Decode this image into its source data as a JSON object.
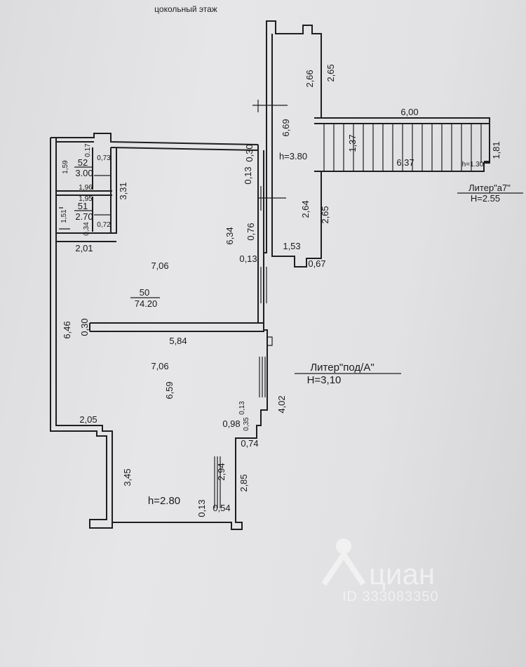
{
  "plan": {
    "floor_title": "цокольный этаж",
    "room_main": {
      "number": "50",
      "area": "74.20",
      "height": "h=2.80"
    },
    "room_small_1": {
      "number": "52",
      "area": "3.00"
    },
    "room_small_2": {
      "number": "51",
      "area": "2.70"
    },
    "corridor_height": "h=3.80",
    "stair_height": "h=1.30",
    "stair_length": "6.37",
    "liter_a7": {
      "name": "Литер\"а7\"",
      "height": "H=2.55"
    },
    "liter_main": {
      "name": "Литер\"под/А\"",
      "height": "H=3,10"
    },
    "dimensions": {
      "d_2_66": "2,66",
      "d_2_65_top": "2,65",
      "d_6_00": "6,00",
      "d_6_69": "6,69",
      "d_1_37": "1,37",
      "d_1_81": "1,81",
      "d_0_30_a": "0,30",
      "d_0_13_a": "0,13",
      "d_2_64": "2,64",
      "d_2_65_b": "2,65",
      "d_0_17": "0.17",
      "d_0_73": "0,73",
      "d_1_59": "1,59",
      "d_3_31": "3,31",
      "d_1_96": "1,96",
      "d_1_95": "1,95",
      "d_1_51": "1,51",
      "d_0_72": "0,72",
      "d_0_34": "0,34",
      "d_2_01": "2,01",
      "d_6_34": "6,34",
      "d_0_76": "0,76",
      "d_1_53": "1,53",
      "d_0_13_b": "0,13",
      "d_0_67": "0,67",
      "d_7_06_a": "7,06",
      "d_6_46": "6,46",
      "d_0_30_b": "0,30",
      "d_5_84": "5,84",
      "d_7_06_b": "7,06",
      "d_6_59": "6,59",
      "d_4_02": "4,02",
      "d_0_13_c": "0,13",
      "d_0_98": "0,98",
      "d_0_35": "0,35",
      "d_0_74": "0,74",
      "d_2_05": "2,05",
      "d_3_45": "3,45",
      "d_2_94": "2,94",
      "d_2_85": "2,85",
      "d_0_13_d": "0,13",
      "d_0_54": "0,54"
    }
  },
  "watermark": {
    "brand": "циан",
    "id": "ID 333083350"
  }
}
